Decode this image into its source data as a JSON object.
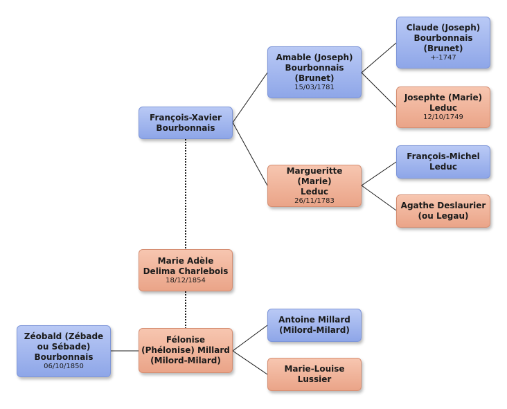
{
  "people": {
    "zeobald": {
      "name": "Zéobald (Zébade\nou Sébade)\nBourbonnais",
      "date": "06/10/1850"
    },
    "felonise": {
      "name": "Félonise\n(Phélonise) Millard\n(Milord-Milard)",
      "date": ""
    },
    "marie_adele": {
      "name": "Marie Adèle\nDelima Charlebois",
      "date": "18/12/1854"
    },
    "francois_xavier": {
      "name": "François-Xavier\nBourbonnais",
      "date": ""
    },
    "amable": {
      "name": "Amable (Joseph)\nBourbonnais\n(Brunet)",
      "date": "15/03/1781"
    },
    "margueritte": {
      "name": "Margueritte (Marie)\nLeduc",
      "date": "26/11/1783"
    },
    "claude": {
      "name": "Claude (Joseph)\nBourbonnais\n(Brunet)",
      "date": "+-1747"
    },
    "josephte": {
      "name": "Josephte (Marie)\nLeduc",
      "date": "12/10/1749"
    },
    "francois_michel": {
      "name": "François-Michel\nLeduc",
      "date": ""
    },
    "agathe": {
      "name": "Agathe Deslaurier\n(ou Legau)",
      "date": ""
    },
    "antoine": {
      "name": "Antoine Millard\n(Milord-Milard)",
      "date": ""
    },
    "marie_louise": {
      "name": "Marie-Louise\nLussier",
      "date": ""
    }
  },
  "colors": {
    "male": "#9bb2ee",
    "female": "#f0b196",
    "line": "#1a1a1a"
  }
}
